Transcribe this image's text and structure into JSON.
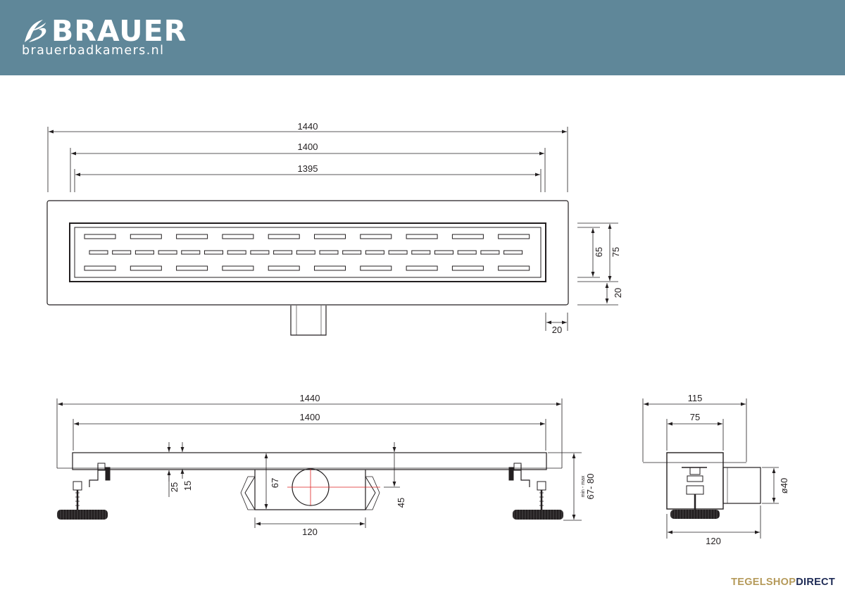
{
  "header": {
    "brand": "BRAUER",
    "url": "brauerbadkamers.nl",
    "background_color": "#5f8799"
  },
  "top_view": {
    "dims": {
      "overall_length": "1440",
      "channel_length": "1400",
      "grate_length": "1395",
      "grate_width": "65",
      "channel_width": "75",
      "flange_side": "20",
      "flange_end": "20"
    }
  },
  "side_view": {
    "dims": {
      "overall_length": "1440",
      "channel_length": "1400",
      "dim_25": "25",
      "dim_15": "15",
      "outlet_depth": "67",
      "outlet_center_height": "45",
      "outlet_box_width": "120",
      "height_adjust": "67- 80",
      "height_adjust_note": "min - max"
    }
  },
  "end_view": {
    "dims": {
      "overall_width": "115",
      "channel_width": "75",
      "pipe_diameter": "ø40",
      "depth_width": "120"
    }
  },
  "footer": {
    "brand_part1": "TEGELSHOP",
    "brand_part2": "DIRECT",
    "color1": "#b59a5a",
    "color2": "#1d2a55"
  }
}
